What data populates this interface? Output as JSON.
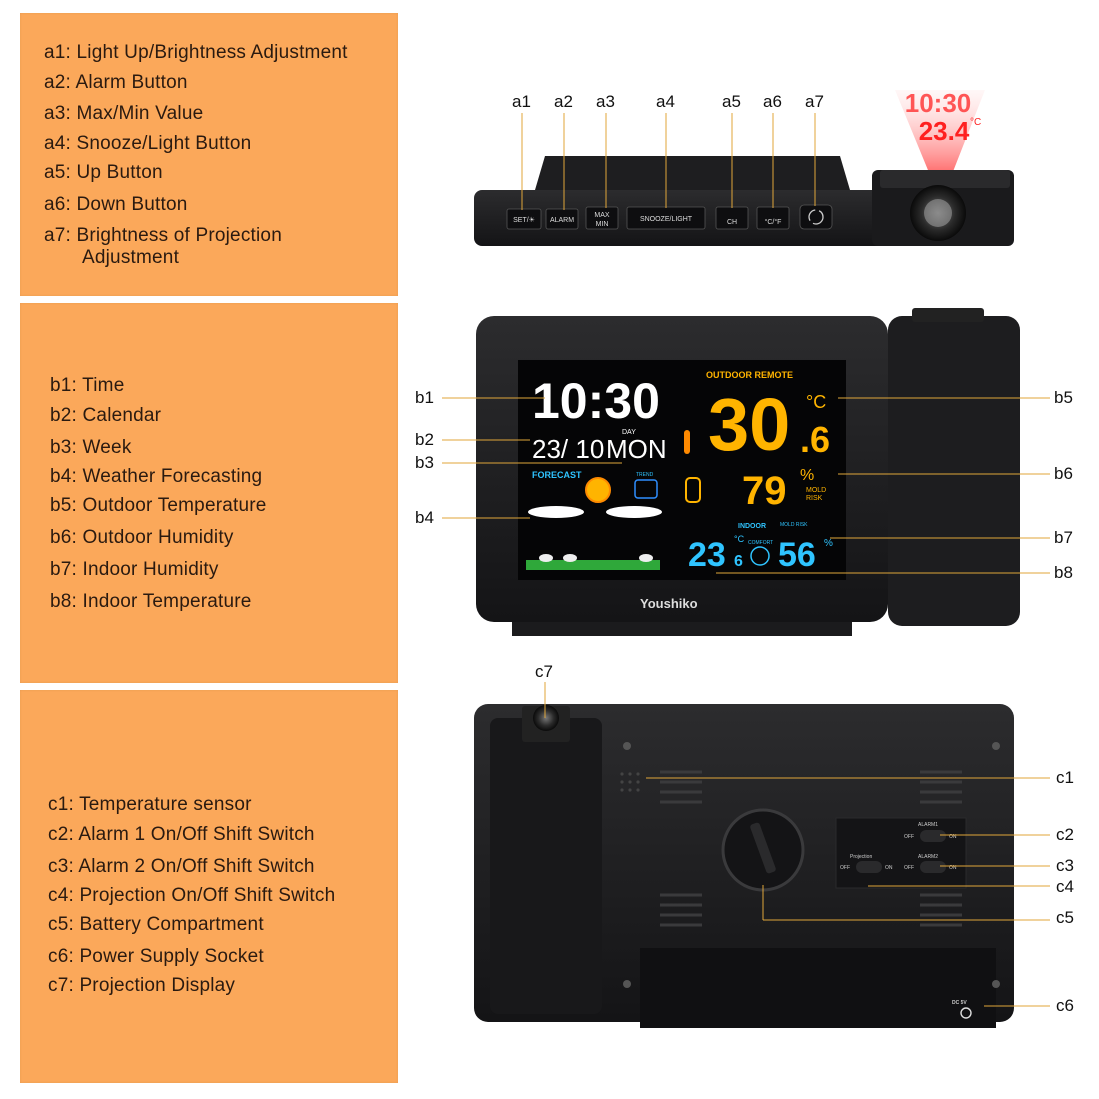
{
  "legend_a": [
    {
      "code": "a1:",
      "label": "Light Up/Brightness Adjustment"
    },
    {
      "code": "a2:",
      "label": "Alarm Button"
    },
    {
      "code": "a3:",
      "label": "Max/Min Value"
    },
    {
      "code": "a4:",
      "label": "Snooze/Light Button"
    },
    {
      "code": "a5:",
      "label": "Up Button"
    },
    {
      "code": "a6:",
      "label": "Down Button"
    },
    {
      "code": "a7:",
      "label": "Brightness of Projection"
    },
    {
      "code": "",
      "label": "Adjustment"
    }
  ],
  "legend_b": [
    {
      "code": "b1:",
      "label": "Time"
    },
    {
      "code": "b2:",
      "label": "Calendar"
    },
    {
      "code": "b3:",
      "label": "Week"
    },
    {
      "code": "b4:",
      "label": "Weather Forecasting"
    },
    {
      "code": "b5:",
      "label": "Outdoor Temperature"
    },
    {
      "code": "b6:",
      "label": "Outdoor Humidity"
    },
    {
      "code": "b7:",
      "label": "Indoor Humidity"
    },
    {
      "code": "b8:",
      "label": "Indoor Temperature"
    }
  ],
  "legend_c": [
    {
      "code": "c1:",
      "label": "Temperature sensor"
    },
    {
      "code": "c2:",
      "label": "Alarm 1 On/Off Shift Switch"
    },
    {
      "code": "c3:",
      "label": "Alarm 2 On/Off Shift Switch"
    },
    {
      "code": "c4:",
      "label": "Projection On/Off Shift Switch"
    },
    {
      "code": "c5:",
      "label": "Battery Compartment"
    },
    {
      "code": "c6:",
      "label": "Power Supply Socket"
    },
    {
      "code": "c7:",
      "label": "Projection Display"
    }
  ],
  "callouts_a": [
    "a1",
    "a2",
    "a3",
    "a4",
    "a5",
    "a6",
    "a7"
  ],
  "callouts_b": [
    "b1",
    "b2",
    "b3",
    "b4",
    "b5",
    "b6",
    "b7",
    "b8"
  ],
  "callouts_c": [
    "c1",
    "c2",
    "c3",
    "c4",
    "c5",
    "c6",
    "c7"
  ],
  "buttons": {
    "set": "SET/☀",
    "alarm": "ALARM",
    "max": "MAX",
    "min": "MIN",
    "snooze": "SNOOZE/LIGHT",
    "ch": "CH",
    "cf": "°C/°F"
  },
  "projection": {
    "time": "10:30",
    "temp": "23.4",
    "unit": "°C"
  },
  "screen": {
    "time": "10:30",
    "date": "23/ 10",
    "day_label": "DAY",
    "week": "MON",
    "outdoor_remote": "OUTDOOR REMOTE",
    "outdoor_temp": "30",
    "outdoor_temp_dec": ".6",
    "outdoor_unit": "°C",
    "outdoor_hum": "79",
    "hum_unit": "%",
    "mold": "MOLD",
    "risk": "RISK",
    "forecast": "FORECAST",
    "trend": "TREND",
    "indoor": "INDOOR",
    "indoor_mold": "MOLD RISK",
    "comfort": "COMFORT",
    "indoor_temp": "23",
    "indoor_temp_dec": "6",
    "indoor_unit": "°C",
    "indoor_hum": "56",
    "indoor_hum_unit": "%"
  },
  "brand": "Youshiko",
  "back": {
    "alarm1": "ALARM1",
    "alarm2": "ALARM2",
    "projection": "Projection",
    "off": "OFF",
    "on": "ON",
    "dc": "DC 5V"
  },
  "colors": {
    "panel": "#fba85a",
    "leader": "#e0a63a",
    "amber": "#ffb400",
    "cyan": "#2fc4ff",
    "red": "#ff3030"
  }
}
